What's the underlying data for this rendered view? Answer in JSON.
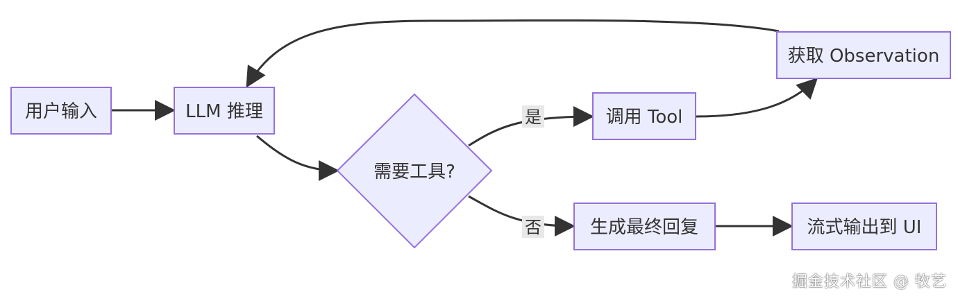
{
  "nodes": {
    "user_input": "用户输入",
    "llm": "LLM 推理",
    "decision": "需要工具?",
    "call_tool": "调用 Tool",
    "observation": "获取 Observation",
    "final_reply": "生成最终回复",
    "stream_ui": "流式输出到 UI"
  },
  "edge_labels": {
    "yes": "是",
    "no": "否"
  },
  "watermark": "掘金技术社区 @ 牧艺",
  "colors": {
    "node_fill": "#ECECFF",
    "node_stroke": "#9370DB",
    "edge": "#333333",
    "label_bg": "#E8E8E8"
  }
}
